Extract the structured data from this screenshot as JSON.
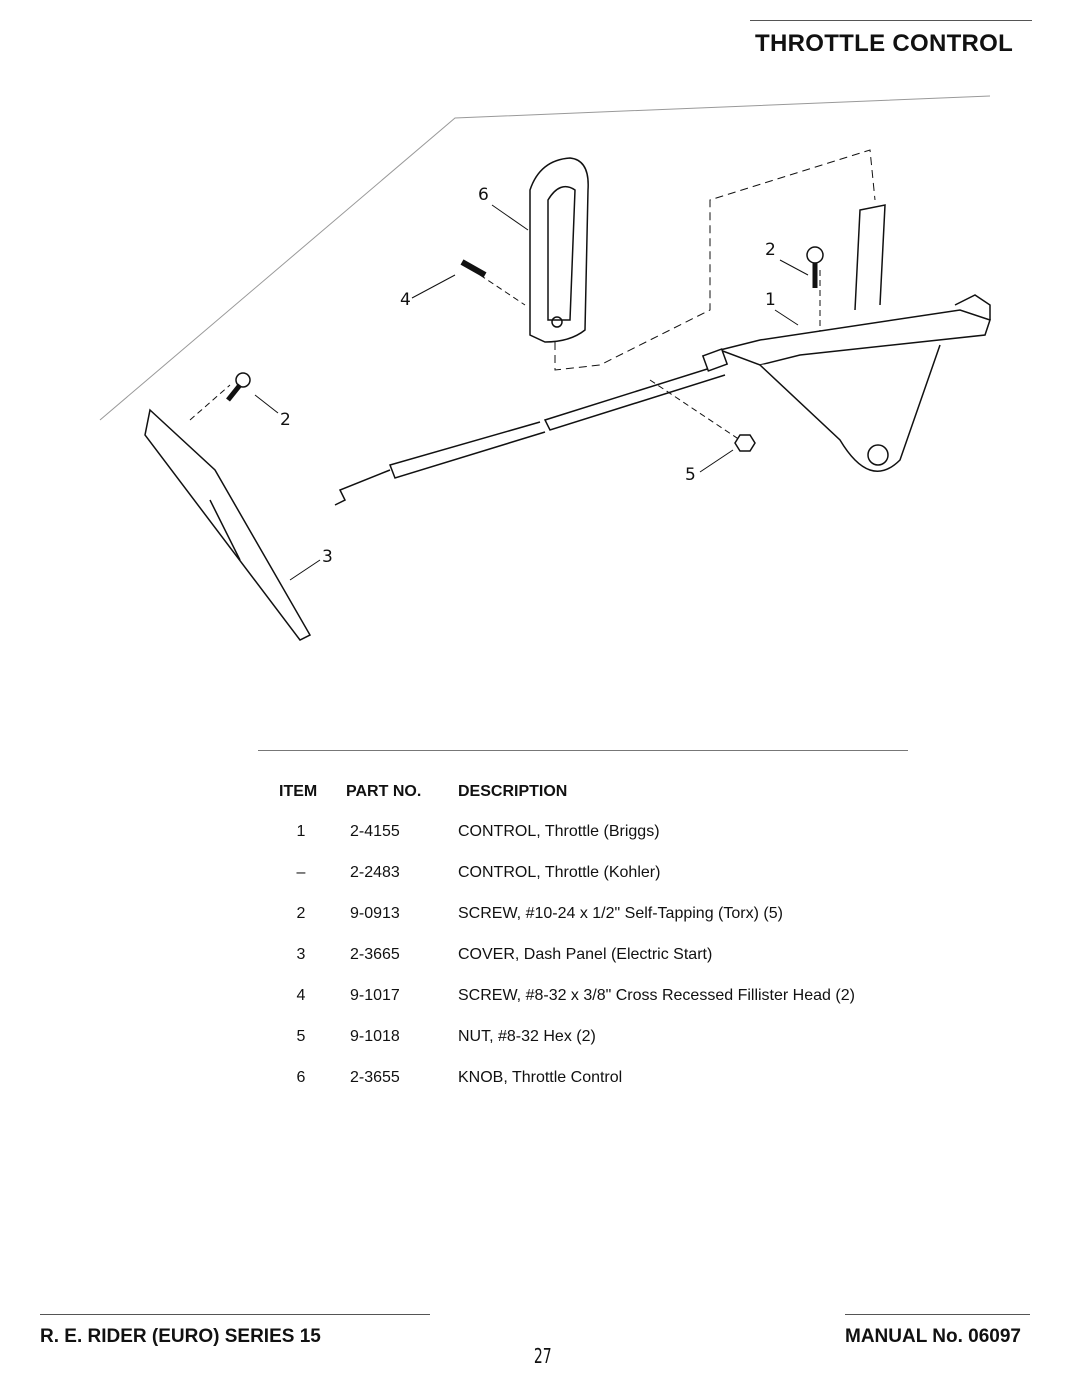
{
  "header": {
    "title": "THROTTLE CONTROL"
  },
  "diagram": {
    "callouts": [
      "6",
      "4",
      "2",
      "1",
      "2",
      "5",
      "3"
    ]
  },
  "parts_table": {
    "columns": [
      "ITEM",
      "PART NO.",
      "DESCRIPTION"
    ],
    "rows": [
      {
        "item": "1",
        "part_no": "2-4155",
        "description": "CONTROL, Throttle (Briggs)"
      },
      {
        "item": "–",
        "part_no": "2-2483",
        "description": "CONTROL, Throttle (Kohler)"
      },
      {
        "item": "2",
        "part_no": "9-0913",
        "description": "SCREW, #10-24 x 1/2\" Self-Tapping (Torx) (5)"
      },
      {
        "item": "3",
        "part_no": "2-3665",
        "description": "COVER, Dash Panel (Electric Start)"
      },
      {
        "item": "4",
        "part_no": "9-1017",
        "description": "SCREW, #8-32 x 3/8\" Cross Recessed Fillister Head (2)"
      },
      {
        "item": "5",
        "part_no": "9-1018",
        "description": "NUT, #8-32 Hex (2)"
      },
      {
        "item": "6",
        "part_no": "2-3655",
        "description": "KNOB, Throttle Control"
      }
    ]
  },
  "footer": {
    "left": "R. E. RIDER (EURO) SERIES 15",
    "page_number": "27",
    "right": "MANUAL No. 06097"
  }
}
